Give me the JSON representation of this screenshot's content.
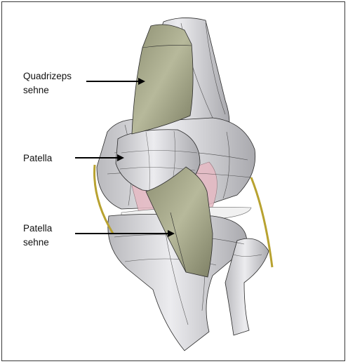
{
  "labels": {
    "quadriceps_line1": "Quadrizeps",
    "quadriceps_line2": "sehne",
    "patella": "Patella",
    "patella_tendon_line1": "Patella",
    "patella_tendon_line2": "sehne"
  },
  "colors": {
    "bone": "#cfcfd3",
    "bone_highlight": "#f2f2f4",
    "tendon": "#9a9c80",
    "tendon_highlight": "#c9cbb0",
    "cartilage": "#e6b9c3",
    "ligament": "#b8a230",
    "mesh_line": "#2a2a2a",
    "arrow": "#000000"
  }
}
